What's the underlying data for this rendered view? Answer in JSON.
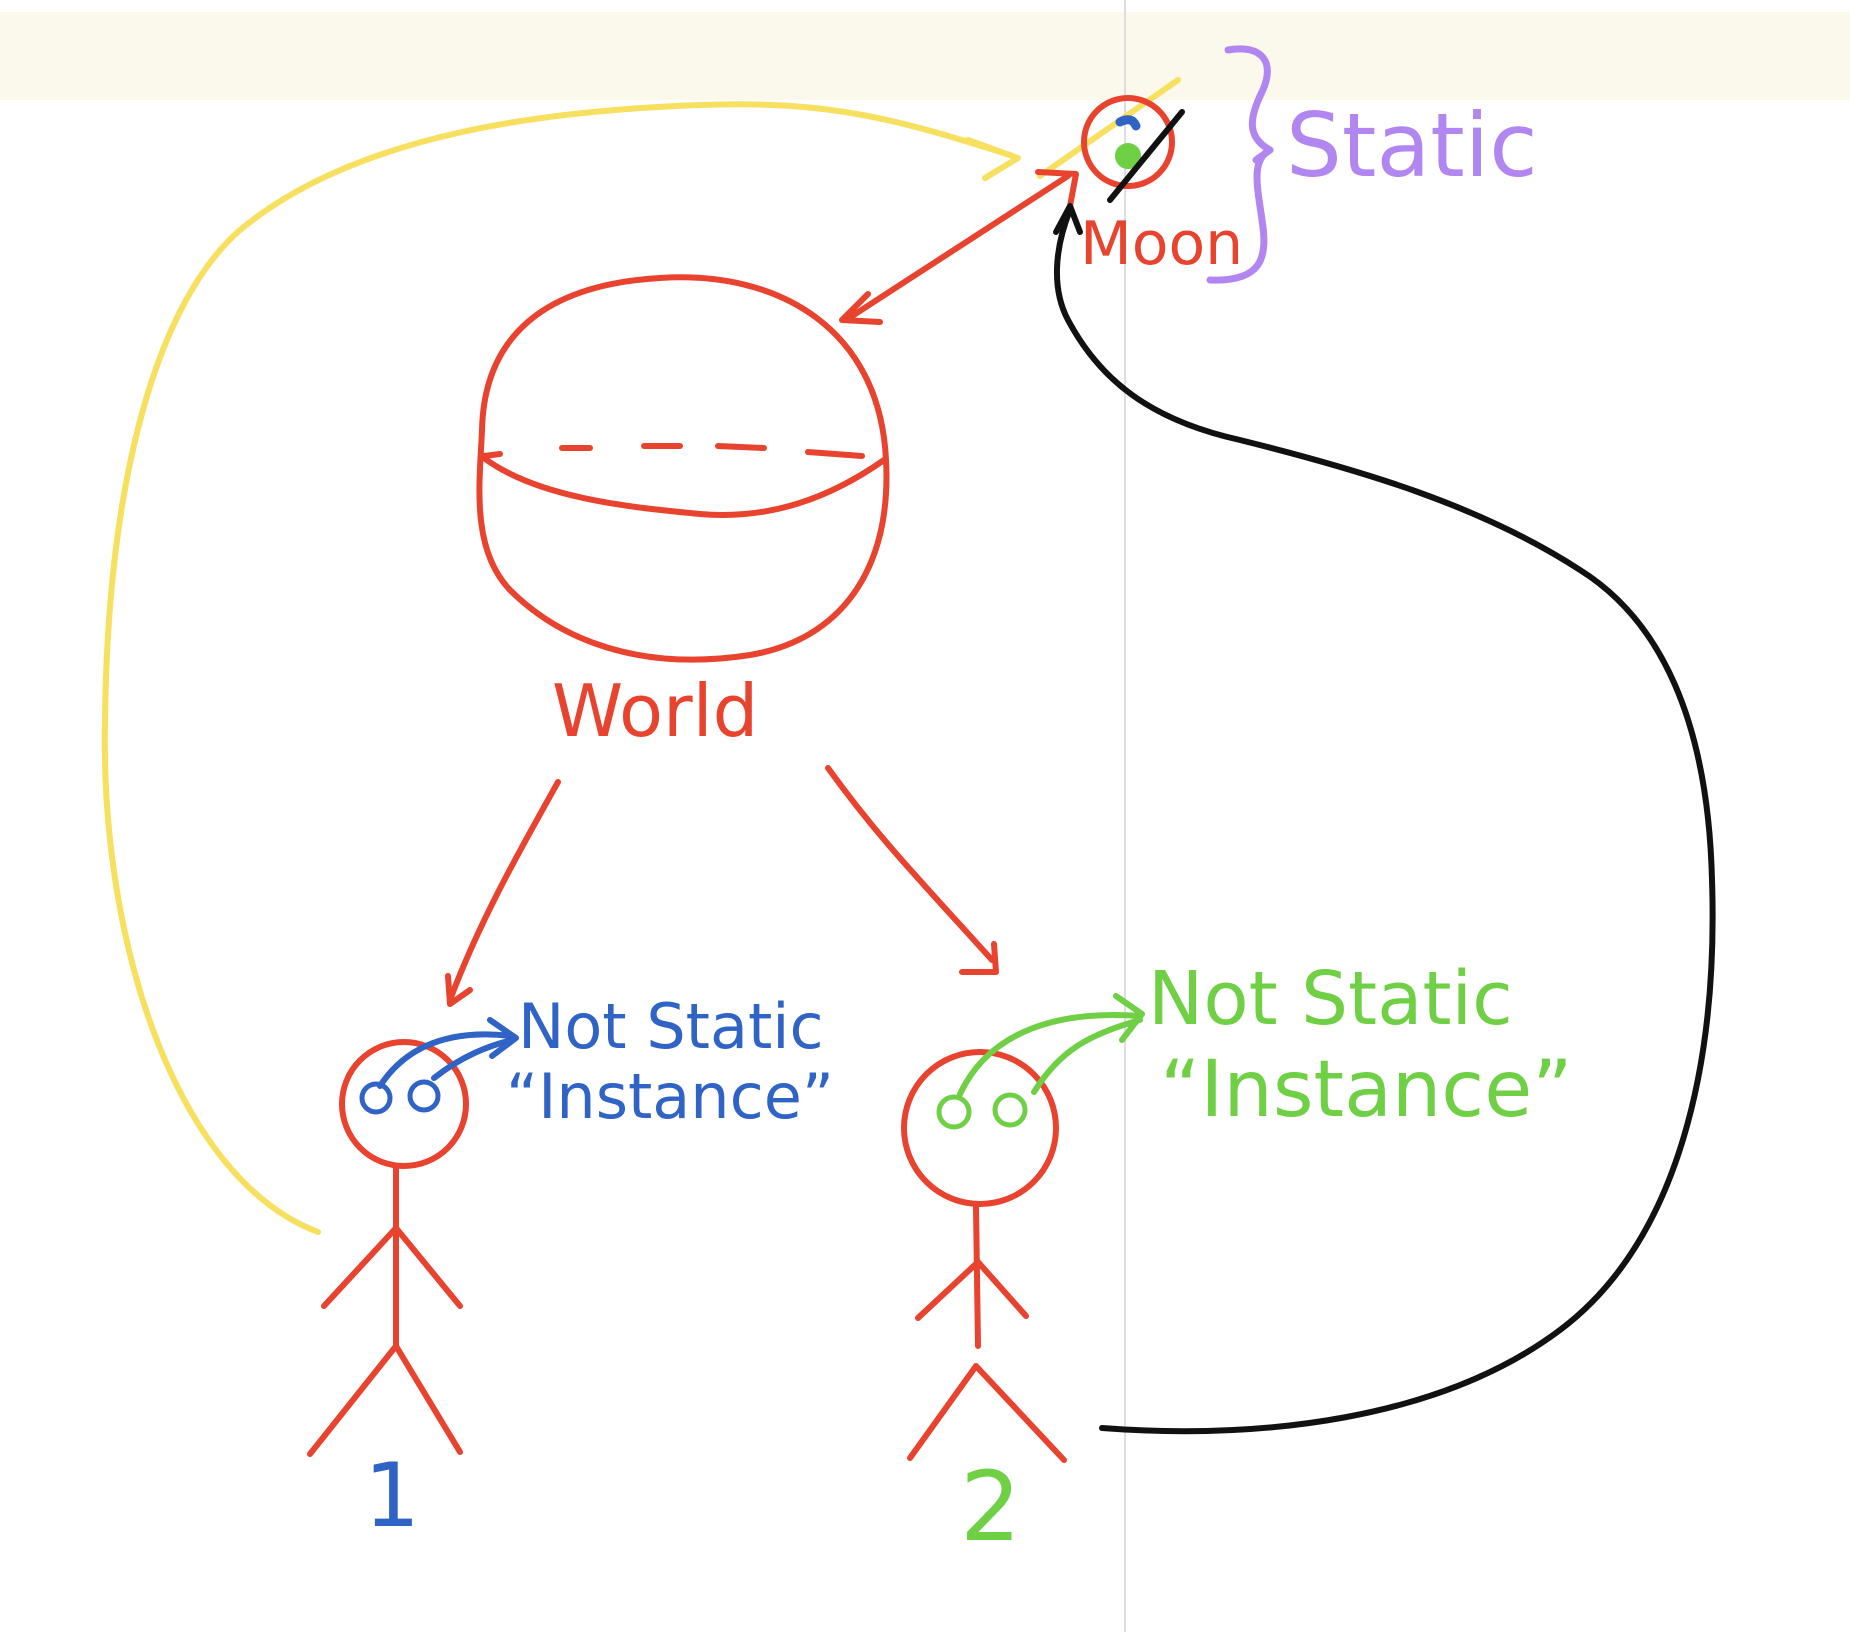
{
  "colors": {
    "red": "#e8432f",
    "blue": "#2f63c5",
    "green": "#6fcf45",
    "purple": "#b186f0",
    "yellow": "#f7df5f",
    "black": "#111111",
    "band": "#fbf8ec"
  },
  "labels": {
    "moon": "Moon",
    "static": "Static",
    "world": "World",
    "person1_annotation_line1": "Not Static",
    "person1_annotation_line2": "“Instance”",
    "person2_annotation_line1": "Not Static",
    "person2_annotation_line2": "“Instance”",
    "person1_number": "1",
    "person2_number": "2"
  }
}
